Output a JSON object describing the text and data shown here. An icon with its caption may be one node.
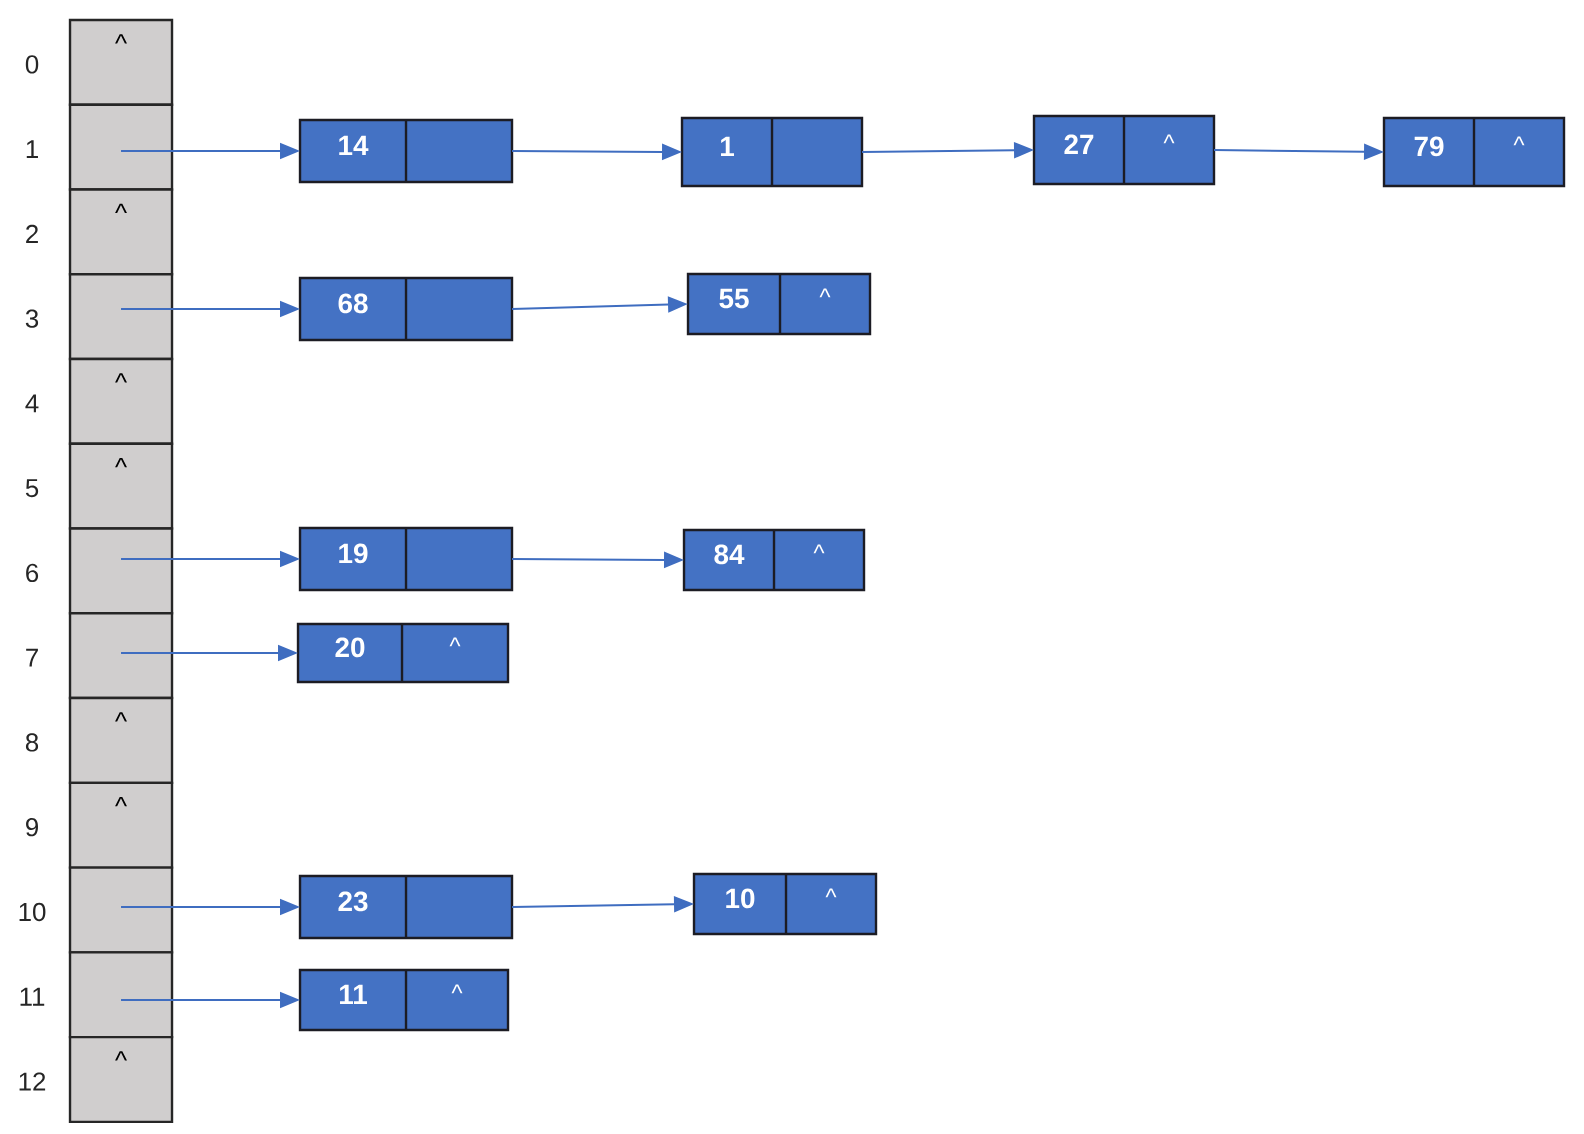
{
  "diagram": {
    "nodes": [
      {
        "text": [
          "^"
        ],
        "beside": [
          "0"
        ]
      },
      {
        "text": [],
        "shape": "box",
        "beside": [
          "1"
        ]
      },
      {
        "text": [
          "^"
        ],
        "beside": [
          "2"
        ]
      },
      {
        "text": [],
        "shape": "box",
        "beside": [
          "3"
        ]
      },
      {
        "text": [
          "^"
        ],
        "beside": [
          "4"
        ]
      },
      {
        "text": [
          "^"
        ],
        "beside": [
          "5"
        ]
      },
      {
        "text": [],
        "shape": "box",
        "beside": [
          "6"
        ]
      },
      {
        "text": [],
        "shape": "box",
        "beside": [
          "7"
        ]
      },
      {
        "text": [
          "^"
        ],
        "beside": [
          "8"
        ]
      },
      {
        "text": [
          "^"
        ],
        "beside": [
          "9"
        ]
      },
      {
        "text": [],
        "shape": "box",
        "beside": [
          "10"
        ]
      },
      {
        "text": [],
        "shape": "box",
        "beside": [
          "11"
        ]
      },
      {
        "text": [
          "^"
        ],
        "beside": [
          "12"
        ]
      },
      {
        "text": [
          "14"
        ]
      },
      {
        "text": [
          "1"
        ]
      },
      {
        "text": [
          "27",
          "^"
        ]
      },
      {
        "text": [
          "79",
          "^"
        ]
      },
      {
        "text": [
          "68"
        ]
      },
      {
        "text": [
          "55",
          "^"
        ]
      },
      {
        "text": [
          "19"
        ]
      },
      {
        "text": [
          "84",
          "^"
        ]
      },
      {
        "text": [
          "20",
          "^"
        ]
      },
      {
        "text": [
          "23"
        ]
      },
      {
        "text": [
          "10",
          "^"
        ]
      },
      {
        "text": [
          "11",
          "^"
        ]
      }
    ],
    "edges": [
      {
        "from": 1,
        "to": 13,
        "arrow": "to"
      },
      {
        "from": 13,
        "to": 14,
        "arrow": "to"
      },
      {
        "from": 14,
        "to": 15,
        "arrow": "to"
      },
      {
        "from": 15,
        "to": 16,
        "arrow": "to"
      },
      {
        "from": 3,
        "to": 17,
        "arrow": "to"
      },
      {
        "from": 17,
        "to": 18,
        "arrow": "to"
      },
      {
        "from": 6,
        "to": 19,
        "arrow": "to"
      },
      {
        "from": 19,
        "to": 20,
        "arrow": "to"
      },
      {
        "from": 7,
        "to": 21,
        "arrow": "to"
      },
      {
        "from": 10,
        "to": 22,
        "arrow": "to"
      },
      {
        "from": 22,
        "to": 23,
        "arrow": "to"
      },
      {
        "from": 11,
        "to": 24,
        "arrow": "to"
      }
    ]
  }
}
